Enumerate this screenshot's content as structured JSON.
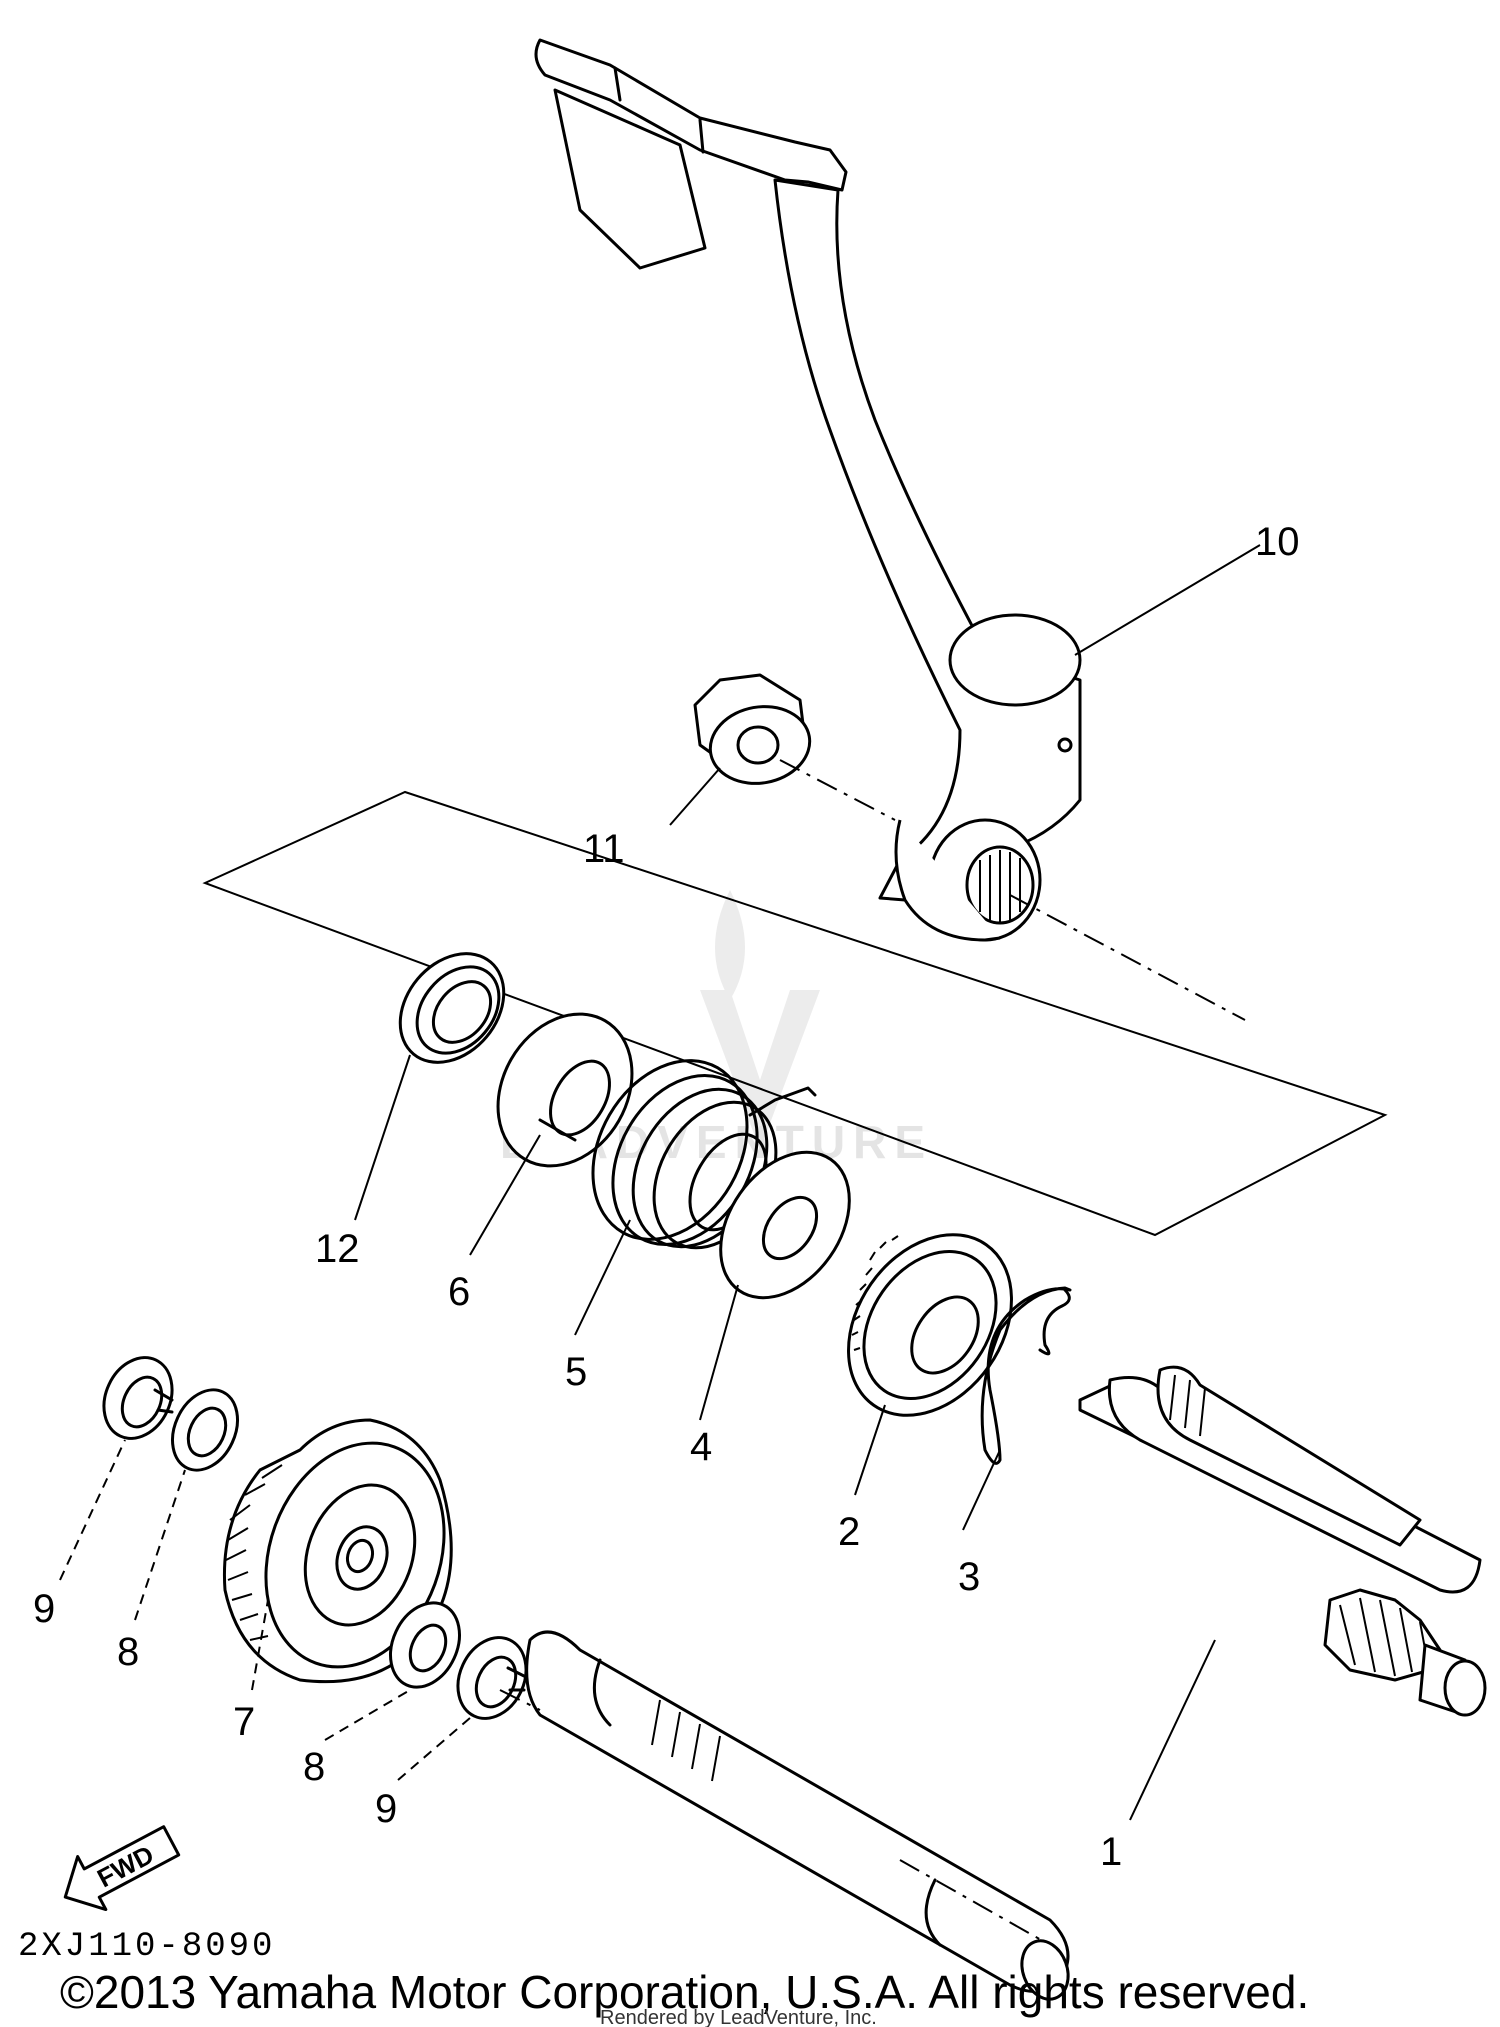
{
  "callouts": {
    "p1": "1",
    "p2": "2",
    "p3": "3",
    "p4": "4",
    "p5": "5",
    "p6": "6",
    "p7": "7",
    "p8a": "8",
    "p8b": "8",
    "p9a": "9",
    "p9b": "9",
    "p10": "10",
    "p11": "11",
    "p12": "12"
  },
  "fwd_label": "FWD",
  "diagram_code": "2XJ110-8090",
  "copyright": "©2013 Yamaha Motor Corporation, U.S.A. All rights reserved.",
  "rendered_by": "Rendered by LeadVenture, Inc.",
  "watermark_text": "LEADVENTURE"
}
